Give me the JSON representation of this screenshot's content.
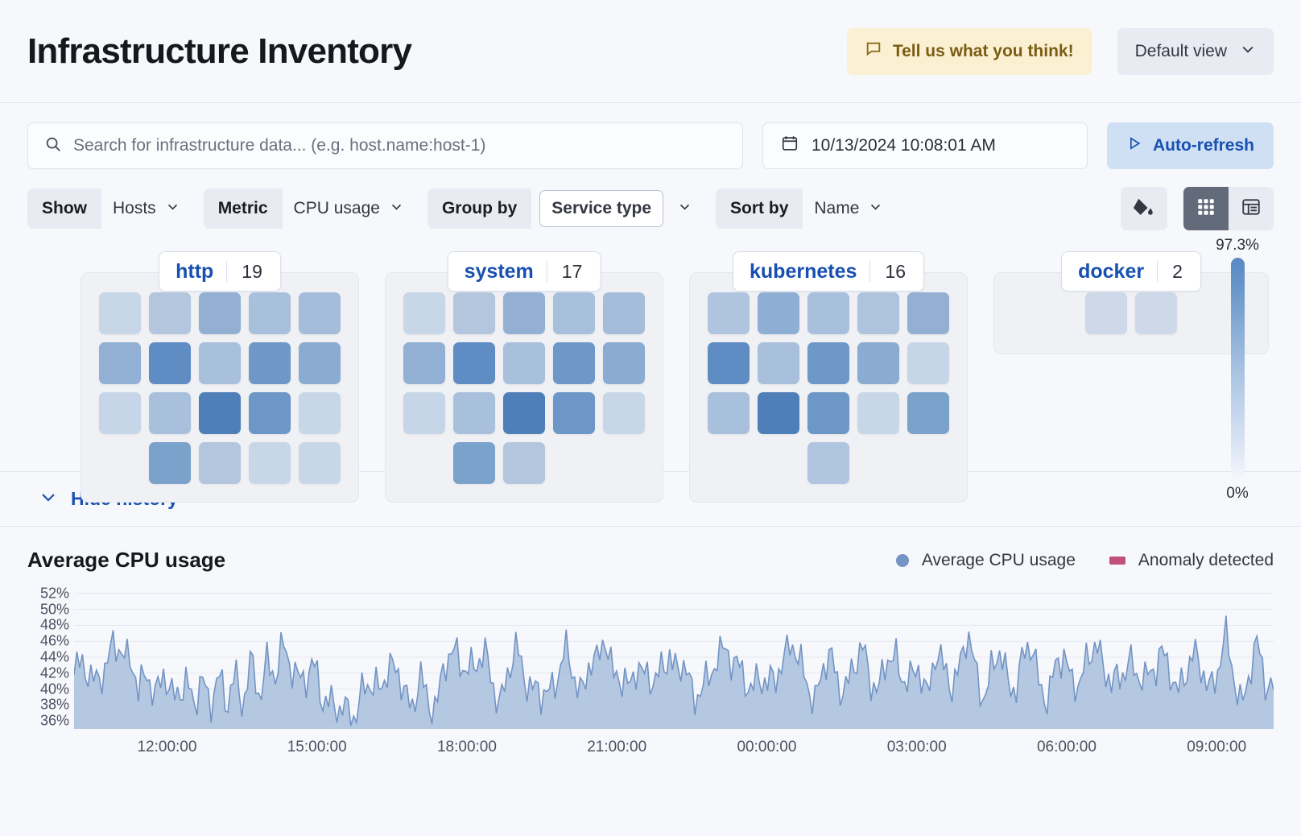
{
  "header": {
    "title": "Infrastructure Inventory",
    "feedback_label": "Tell us what you think!",
    "feedback_icon": "comment-icon",
    "view_label": "Default view",
    "view_icon": "chevron-down-icon"
  },
  "search": {
    "placeholder": "Search for infrastructure data... (e.g. host.name:host-1)",
    "value": "",
    "icon": "search-icon"
  },
  "datepicker": {
    "value": "10/13/2024 10:08:01 AM",
    "icon": "calendar-icon"
  },
  "refresh": {
    "label": "Auto-refresh",
    "icon": "play-icon"
  },
  "filters": [
    {
      "label": "Show",
      "value": "Hosts",
      "boxed": false
    },
    {
      "label": "Metric",
      "value": "CPU usage",
      "boxed": false
    },
    {
      "label": "Group by",
      "value": "Service type",
      "boxed": true
    },
    {
      "label": "Sort by",
      "value": "Name",
      "boxed": false
    }
  ],
  "view_toggles": {
    "palette_icon": "paint-fill-icon",
    "grid_icon": "grid-view-icon",
    "table_icon": "table-view-icon",
    "active": "grid"
  },
  "legend_scale": {
    "max": "97.3%",
    "min": "0%"
  },
  "history": {
    "toggle_label": "Hide history",
    "toggle_icon": "chevron-down-icon"
  },
  "waffle": {
    "groups": [
      {
        "name": "http",
        "count": "19",
        "tiles": [
          "#c8d7e8",
          "#b4c6de",
          "#93b0d3",
          "#a9c0dc",
          "#a5bddb",
          "#92b0d4",
          "#5f8dc3",
          "#a9c0dc",
          "#6e98c8",
          "#8bacd2",
          "#c6d6e8",
          "#a9c0dc",
          "#4f7fb8",
          "#6d97c7",
          "#c8d7e8",
          "#7ba2cb",
          "#b4c6de",
          "#c8d7e8",
          "#c8d7e8"
        ]
      },
      {
        "name": "system",
        "count": "17",
        "tiles": [
          "#c8d7e8",
          "#b4c6de",
          "#93b0d3",
          "#a9c0dc",
          "#a5bddb",
          "#92b0d4",
          "#5f8dc3",
          "#a9c0dc",
          "#6e98c8",
          "#8bacd2",
          "#c6d6e8",
          "#a9c0dc",
          "#4f7fb8",
          "#6d97c7",
          "#c8d7e8",
          "#7ba2cb",
          "#b4c6de"
        ]
      },
      {
        "name": "kubernetes",
        "count": "16",
        "tiles": [
          "#afc4df",
          "#8eaed3",
          "#a9c0dc",
          "#aec3de",
          "#93b0d3",
          "#5f8dc3",
          "#a9c0dc",
          "#6e98c8",
          "#8bacd2",
          "#c6d6e8",
          "#a9c0dc",
          "#4f7fb8",
          "#6d97c7",
          "#c8d7e8",
          "#7ba2cb",
          "#b0c5df"
        ]
      },
      {
        "name": "docker",
        "count": "2",
        "tiles": [
          "#cdd9e9",
          "#cdd9e9"
        ]
      }
    ]
  },
  "chart_data": {
    "type": "area",
    "title": "Average CPU usage",
    "xlabel": "",
    "ylabel": "",
    "ylim": [
      35,
      53
    ],
    "grid": true,
    "legend_position": "top-right",
    "legend": [
      {
        "name": "Average CPU usage",
        "color": "#7394c4",
        "marker": "circle"
      },
      {
        "name": "Anomaly detected",
        "color": "#c0517a",
        "marker": "square"
      }
    ],
    "ytick_labels": [
      "52%",
      "50%",
      "48%",
      "46%",
      "44%",
      "42%",
      "40%",
      "38%",
      "36%"
    ],
    "ytick_values": [
      52,
      50,
      48,
      46,
      44,
      42,
      40,
      38,
      36
    ],
    "xtick_labels": [
      "12:00:00",
      "15:00:00",
      "18:00:00",
      "21:00:00",
      "00:00:00",
      "03:00:00",
      "06:00:00",
      "09:00:00"
    ],
    "series": [
      {
        "name": "Average CPU usage",
        "color": "#7394c4",
        "values": [
          41.8,
          42.6,
          41.5,
          42.4,
          41.6,
          46.0,
          44.8,
          44.6,
          38.3,
          42.9,
          39.4,
          42.0,
          38.2,
          40.7,
          41.1,
          37.3,
          41.0,
          39.2,
          41.4,
          37.0,
          42.8,
          38.4,
          42.9,
          38.6,
          44.6,
          41.5,
          44.7,
          43.1,
          42.1,
          40.7,
          42.6,
          39.0,
          38.6,
          36.3,
          37.7,
          37.2,
          40.0,
          39.7,
          41.0,
          42.9,
          41.5,
          40.1,
          38.2,
          41.7,
          36.9,
          38.9,
          43.4,
          44.1,
          43.0,
          43.6,
          42.8,
          43.9,
          41.2,
          38.7,
          41.6,
          45.2,
          42.2,
          39.9,
          38.5,
          40.0,
          42.1,
          44.5,
          41.4,
          40.0,
          43.6,
          42.5,
          46.8,
          42.6,
          40.8,
          39.3,
          44.1,
          41.9,
          40.0,
          42.4,
          45.5,
          41.3,
          42.9,
          38.4,
          41.8,
          39.7,
          44.7,
          45.8,
          43.1,
          41.2,
          40.1,
          42.6,
          39.5,
          41.0,
          44.2,
          46.1,
          42.7,
          41.4,
          38.9,
          42.0,
          43.8,
          41.1,
          40.4,
          42.3,
          45.6,
          41.7,
          39.4,
          43.2,
          44.9,
          41.5,
          40.3,
          42.8,
          39.8,
          44.4,
          42.0,
          40.9,
          43.3,
          46.4,
          41.8,
          39.6,
          42.5,
          44.0,
          41.3,
          40.7,
          43.9,
          45.1,
          41.0,
          38.8,
          42.2,
          44.6,
          41.6,
          40.2,
          43.5,
          46.9,
          42.3,
          39.9,
          41.4,
          44.8,
          41.1,
          40.6,
          42.9,
          45.3,
          41.7,
          39.2,
          43.0,
          44.2,
          41.9,
          40.5,
          42.6,
          46.2,
          41.5,
          38.6,
          42.1,
          44.9,
          41.2,
          40.8
        ]
      }
    ]
  }
}
